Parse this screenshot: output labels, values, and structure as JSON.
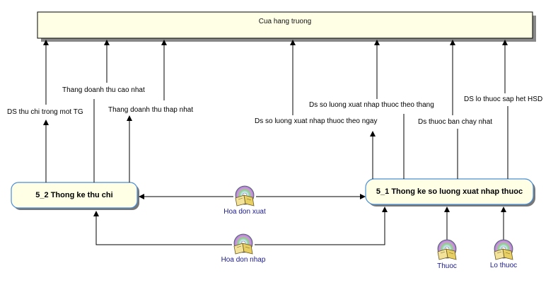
{
  "external_entity": {
    "label": "Cua hang truong"
  },
  "processes": [
    {
      "id": "p52",
      "label": "5_2 Thong ke thu chi"
    },
    {
      "id": "p51",
      "label": "5_1 Thong ke so luong xuat nhap thuoc"
    }
  ],
  "data_stores": [
    {
      "id": "hdx",
      "label": "Hoa don xuat"
    },
    {
      "id": "hdn",
      "label": "Hoa don nhap"
    },
    {
      "id": "thuoc",
      "label": "Thuoc"
    },
    {
      "id": "lo",
      "label": "Lo thuoc"
    }
  ],
  "flows": [
    {
      "id": "f1",
      "label": "DS thu chi trong mot TG"
    },
    {
      "id": "f2",
      "label": "Thang doanh thu cao nhat"
    },
    {
      "id": "f3",
      "label": "Thang doanh thu thap nhat"
    },
    {
      "id": "f4",
      "label": "Ds so luong xuat nhap thuoc theo ngay"
    },
    {
      "id": "f5",
      "label": "Ds so luong xuat nhap thuoc theo thang"
    },
    {
      "id": "f6",
      "label": "Ds thuoc ban chay nhat"
    },
    {
      "id": "f7",
      "label": "DS lo thuoc sap het HSD"
    }
  ],
  "colors": {
    "entity_fill": "#ffffe6",
    "process_fill": "#ffffe6",
    "process_border": "#4a8fd8",
    "line": "#000000",
    "store_label": "#1a1a8c"
  }
}
